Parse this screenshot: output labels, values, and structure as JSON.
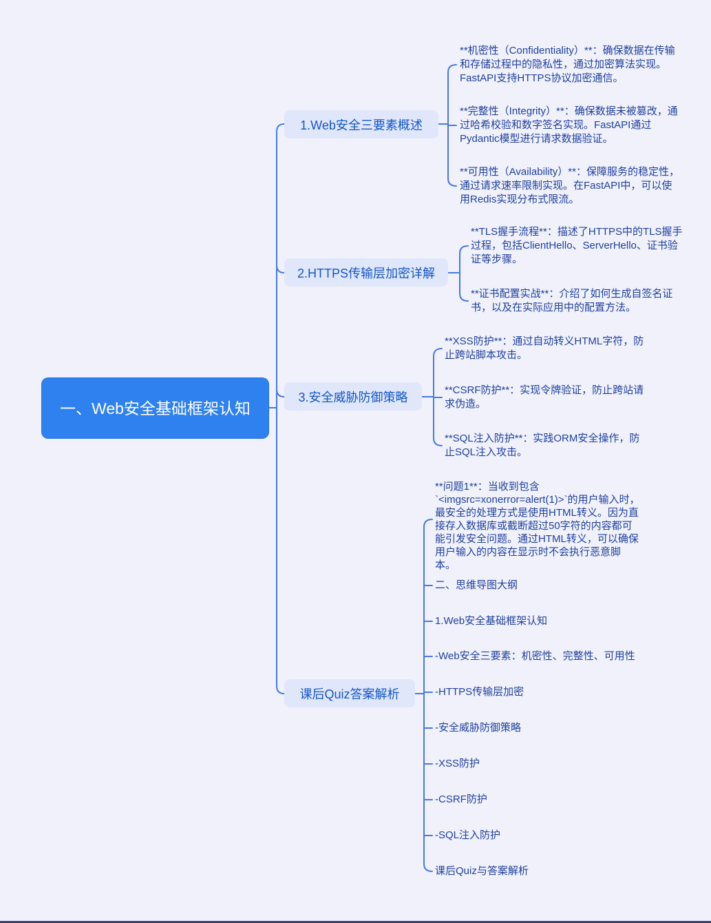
{
  "colors": {
    "canvasBg": "#f0f1fa",
    "rootBg": "#2f81f0",
    "rootText": "#ffffff",
    "branchBg": "#e0e7fa",
    "branchText": "#1456c8",
    "leafText": "#21409f",
    "line": "#4679e2",
    "edgeBar": "#39406a"
  },
  "root": {
    "label": "一、Web安全基础框架认知"
  },
  "branches": [
    {
      "label": "1.Web安全三要素概述",
      "leaves": [
        {
          "text": "**机密性（Confidentiality）**：确保数据在传输和存储过程中的隐私性，通过加密算法实现。FastAPI支持HTTPS协议加密通信。"
        },
        {
          "text": "**完整性（Integrity）**：确保数据未被篡改，通过哈希校验和数字签名实现。FastAPI通过Pydantic模型进行请求数据验证。"
        },
        {
          "text": "**可用性（Availability）**：保障服务的稳定性，通过请求速率限制实现。在FastAPI中，可以使用Redis实现分布式限流。"
        }
      ]
    },
    {
      "label": "2.HTTPS传输层加密详解",
      "leaves": [
        {
          "text": "**TLS握手流程**：描述了HTTPS中的TLS握手过程，包括ClientHello、ServerHello、证书验证等步骤。"
        },
        {
          "text": "**证书配置实战**：介绍了如何生成自签名证书，以及在实际应用中的配置方法。"
        }
      ]
    },
    {
      "label": "3.安全威胁防御策略",
      "leaves": [
        {
          "text": "**XSS防护**：通过自动转义HTML字符，防止跨站脚本攻击。"
        },
        {
          "text": "**CSRF防护**：实现令牌验证，防止跨站请求伪造。"
        },
        {
          "text": "**SQL注入防护**：实践ORM安全操作，防止SQL注入攻击。"
        }
      ]
    },
    {
      "label": "课后Quiz答案解析",
      "leaves": [
        {
          "text": "**问题1**：当收到包含`<imgsrc=xonerror=alert(1)>`的用户输入时，最安全的处理方式是使用HTML转义。因为直接存入数据库或截断超过50字符的内容都可能引发安全问题。通过HTML转义，可以确保用户输入的内容在显示时不会执行恶意脚本。"
        },
        {
          "text": "二、思维导图大纲"
        },
        {
          "text": "1.Web安全基础框架认知"
        },
        {
          "text": "-Web安全三要素：机密性、完整性、可用性"
        },
        {
          "text": "-HTTPS传输层加密"
        },
        {
          "text": "-安全威胁防御策略"
        },
        {
          "text": "-XSS防护"
        },
        {
          "text": "-CSRF防护"
        },
        {
          "text": "-SQL注入防护"
        },
        {
          "text": "课后Quiz与答案解析"
        }
      ]
    }
  ]
}
